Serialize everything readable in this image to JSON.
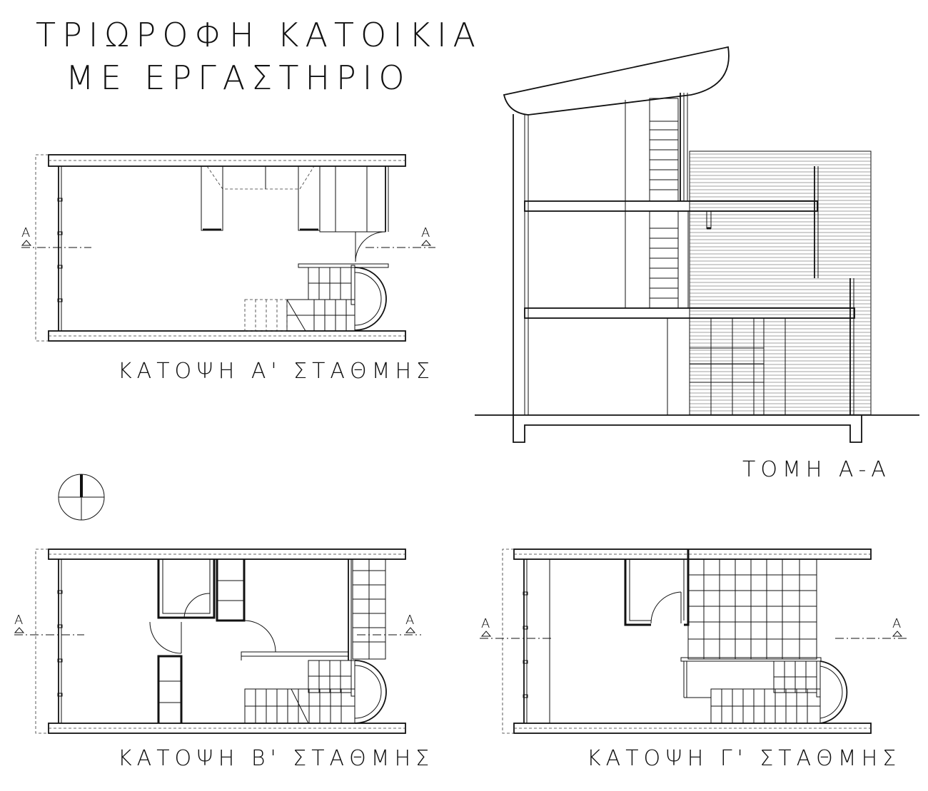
{
  "sheet": {
    "title_line1": "ΤΡΙΩΡΟΦΗ ΚΑΤΟΙΚΙΑ",
    "title_line2": "ΜΕ ΕΡΓΑΣΤΗΡΙΟ"
  },
  "drawings": {
    "plan_a": {
      "caption": "ΚΑΤΟΨΗ Α' ΣΤΑΘΜΗΣ"
    },
    "plan_b": {
      "caption": "ΚΑΤΟΨΗ Β' ΣΤΑΘΜΗΣ"
    },
    "plan_c": {
      "caption": "ΚΑΤΟΨΗ Γ' ΣΤΑΘΜΗΣ"
    },
    "section": {
      "caption": "ΤΟΜΗ Α-Α"
    }
  },
  "section_marker": {
    "label": "Α"
  },
  "icons": {
    "north_arrow": "north-arrow-icon"
  }
}
